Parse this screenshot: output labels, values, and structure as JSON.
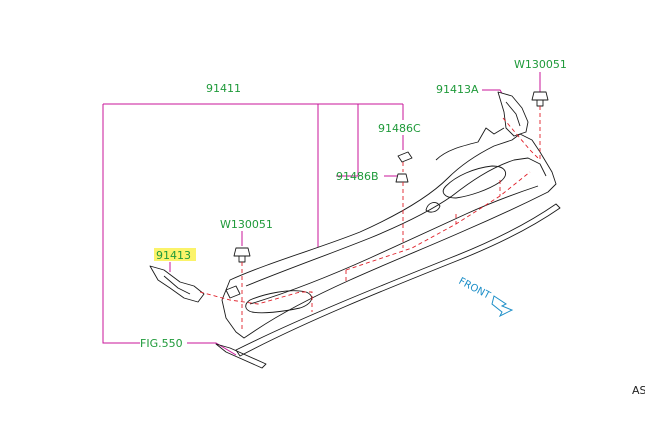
{
  "labels": {
    "p91411": "91411",
    "p91413a": "91413A",
    "p91486c": "91486C",
    "p91486b": "91486B",
    "pw130051_top": "W130051",
    "pw130051_mid": "W130051",
    "p91413": "91413",
    "fig550": "FIG.550",
    "front": "FRONT",
    "corner_code": "AS"
  },
  "colors": {
    "part_number": "#1f9a3a",
    "leader_line": "#c8159a",
    "hidden_line": "#e0202a",
    "highlight": "#fbf36a",
    "front_arrow": "#1e8fc8"
  }
}
